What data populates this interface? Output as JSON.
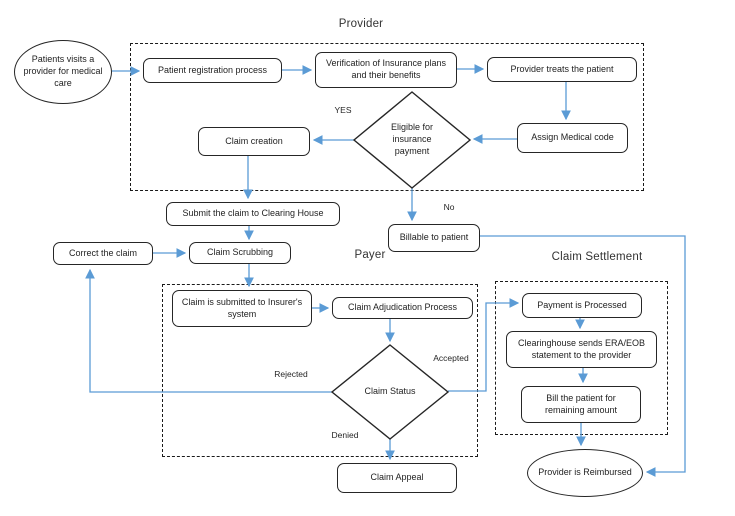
{
  "regions": {
    "provider": "Provider",
    "payer": "Payer",
    "settlement": "Claim Settlement"
  },
  "nodes": {
    "start": "Patients visits a provider for medical care",
    "registration": "Patient registration process",
    "verification": "Verification of Insurance plans and their benefits",
    "treats": "Provider treats the patient",
    "assign_code": "Assign Medical code",
    "eligible": "Eligible for insurance payment",
    "claim_creation": "Claim creation",
    "submit_clearing": "Submit the claim to Clearing House",
    "billable": "Billable to patient",
    "correct": "Correct the claim",
    "scrubbing": "Claim Scrubbing",
    "submitted_insurer": "Claim is submitted to Insurer's system",
    "adjudication": "Claim Adjudication Process",
    "claim_status": "Claim Status",
    "claim_appeal": "Claim Appeal",
    "payment_processed": "Payment is Processed",
    "clearinghouse_era": "Clearinghouse sends ERA/EOB statement to the provider",
    "bill_patient": "Bill the patient for remaining amount",
    "reimbursed": "Provider is Reimbursed"
  },
  "edge_labels": {
    "yes": "YES",
    "no": "No",
    "rejected": "Rejected",
    "accepted": "Accepted",
    "denied": "Denied"
  },
  "colors": {
    "connector": "#5B9BD5",
    "shape_border": "#262626",
    "text": "#1f1f1f",
    "background": "#ffffff"
  }
}
